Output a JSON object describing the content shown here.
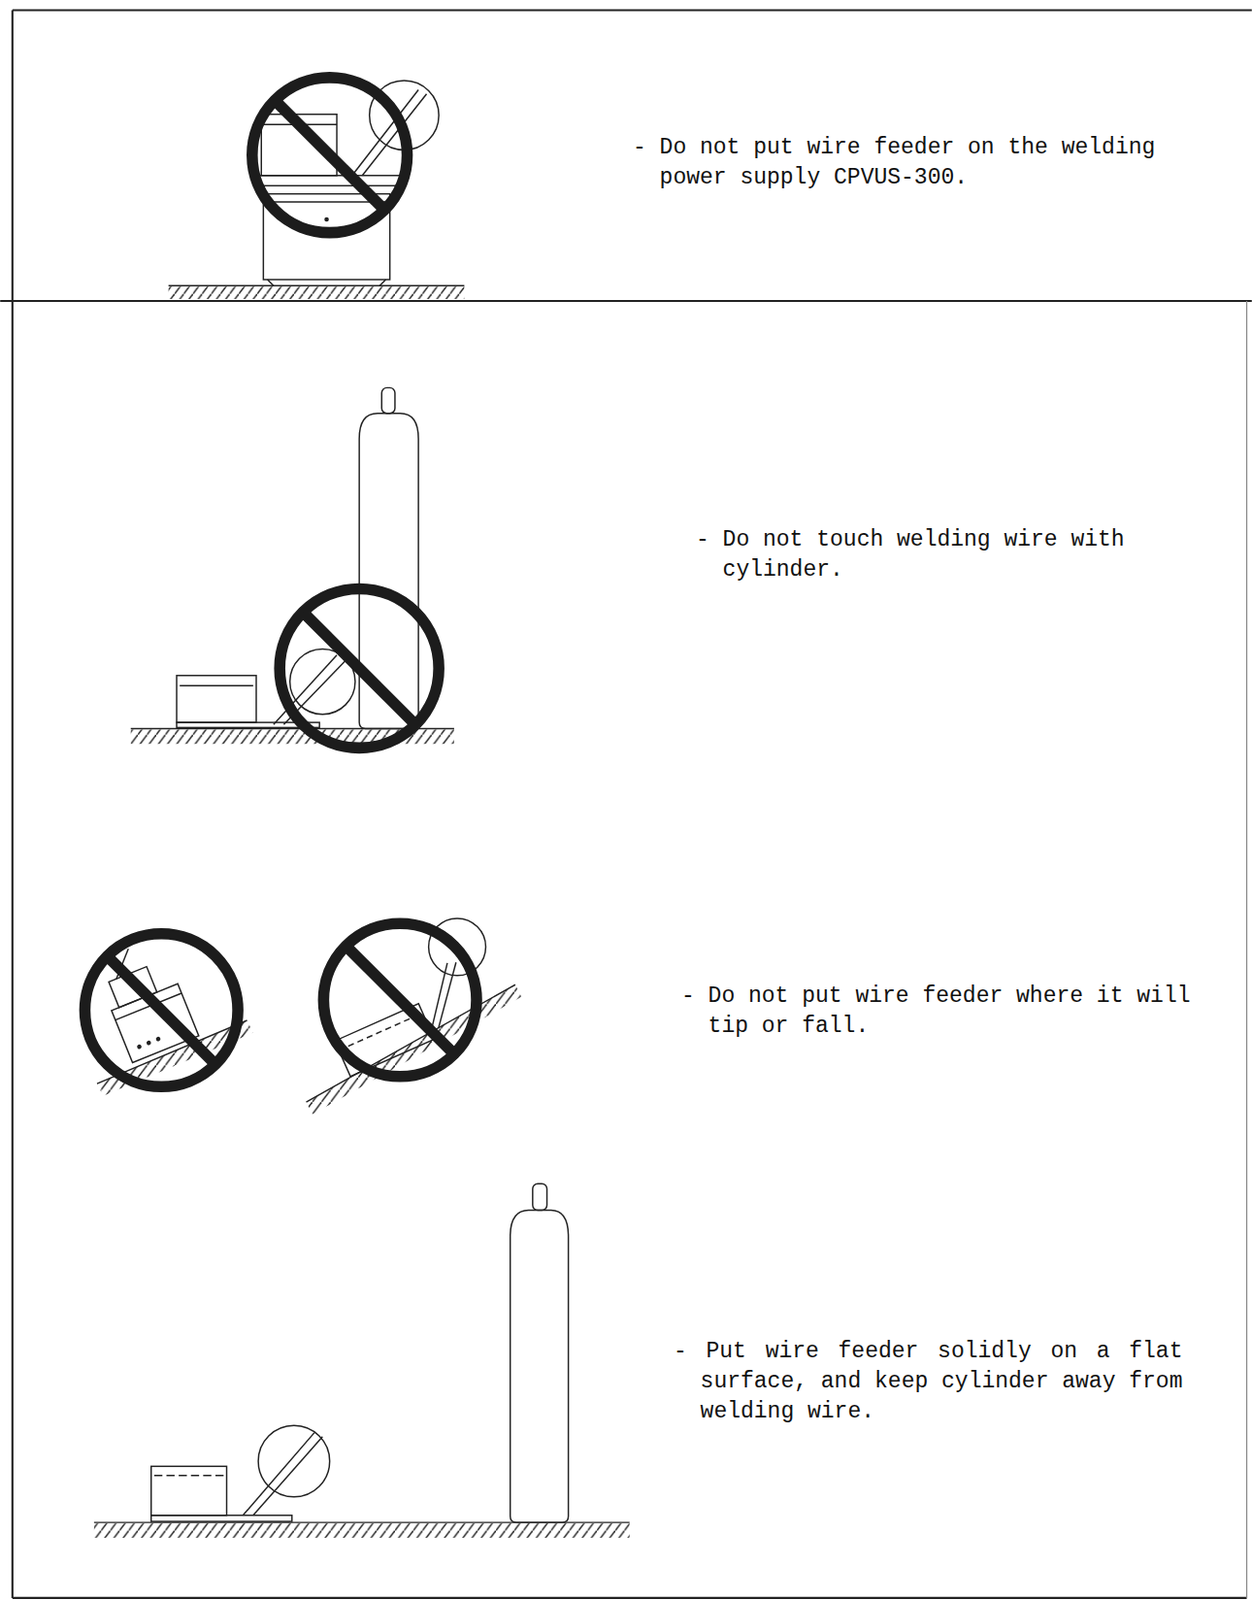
{
  "diagram": {
    "labels": [
      "- Do not put wire feeder on the welding power supply CPVUS-300.",
      "- Do not touch welding wire with cylinder.",
      "- Do not put wire feeder where it will tip or fall.",
      "- Put wire feeder solidly on a flat surface, and keep cylinder away from welding wire."
    ]
  }
}
